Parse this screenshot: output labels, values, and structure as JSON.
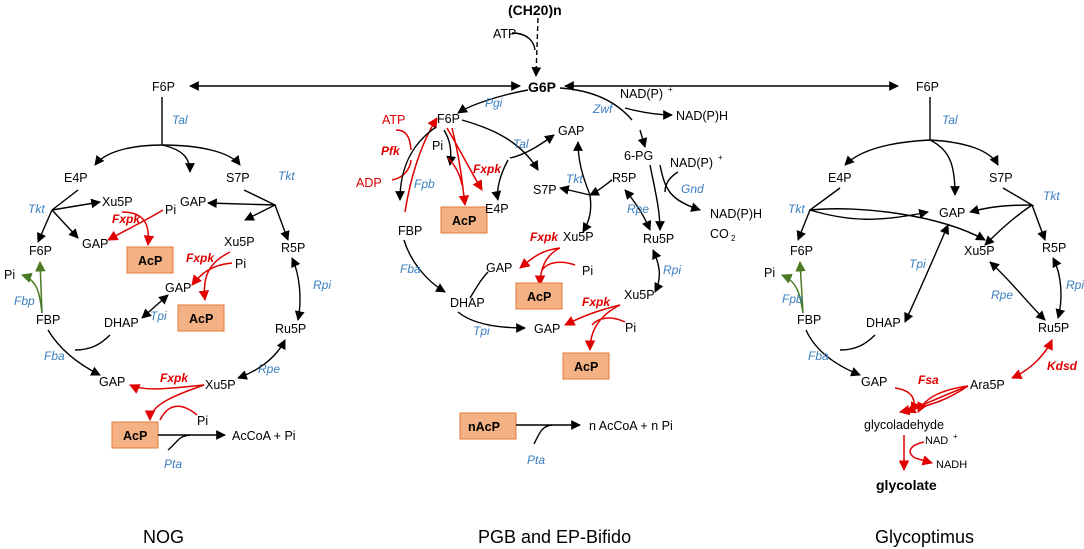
{
  "top": {
    "carbon": "(CH20)n",
    "atp": "ATP",
    "g6p": "G6P"
  },
  "nog": {
    "f6p_top": "F6P",
    "tal": "Tal",
    "e4p": "E4P",
    "s7p": "S7P",
    "tkt1": "Tkt",
    "tkt2": "Tkt",
    "xu5p_a": "Xu5P",
    "gap_a": "GAP",
    "pi_a": "Pi",
    "gap_b": "GAP",
    "fxpk_a": "Fxpk",
    "acp_a": "AcP",
    "xu5p_b": "Xu5P",
    "fxpk_b": "Fxpk",
    "pi_b": "Pi",
    "gap_c": "GAP",
    "acp_b": "AcP",
    "f6p_left": "F6P",
    "pi_left": "Pi",
    "fbp_enz": "Fbp",
    "fbp": "FBP",
    "dhap": "DHAP",
    "tpi": "Tpi",
    "r5p": "R5P",
    "rpi": "Rpi",
    "ru5p": "Ru5P",
    "rpe": "Rpe",
    "fba": "Fba",
    "gap_d": "GAP",
    "fxpk_c": "Fxpk",
    "xu5p_c": "Xu5P",
    "pi_c": "Pi",
    "acp_c": "AcP",
    "acoa": "AcCoA + Pi",
    "pta": "Pta",
    "title": "NOG"
  },
  "pgb": {
    "pgi": "Pgi",
    "f6p": "F6P",
    "atp": "ATP",
    "pfk": "Pfk",
    "adp": "ADP",
    "pi_a": "Pi",
    "fpb": "Fpb",
    "fxpk_a": "Fxpk",
    "acp_a": "AcP",
    "e4p": "E4P",
    "tal": "Tal",
    "gap_a": "GAP",
    "s7p": "S7P",
    "tkt": "Tkt",
    "zwf": "Zwf",
    "nadp_a": "NAD(P)",
    "nadph_a": "NAD(P)H",
    "pg6": "6-PG",
    "nadp_b": "NAD(P)",
    "gnd": "Gnd",
    "nadph_b": "NAD(P)H",
    "co2": "CO",
    "r5p": "R5P",
    "rpe": "Rpe",
    "ru5p": "Ru5P",
    "fbp": "FBP",
    "xu5p_a": "Xu5P",
    "fxpk_b": "Fxpk",
    "gap_b": "GAP",
    "pi_b": "Pi",
    "acp_b": "AcP",
    "fba": "Fba",
    "dhap": "DHAP",
    "rpi": "Rpi",
    "xu5p_b": "Xu5P",
    "fxpk_c": "Fxpk",
    "tpi": "Tpi",
    "gap_c": "GAP",
    "pi_c": "Pi",
    "acp_c": "AcP",
    "nacp": "nAcP",
    "nacoa": "n AcCoA + n Pi",
    "pta": "Pta",
    "title": "PGB and EP-Bifido"
  },
  "gly": {
    "f6p_top": "F6P",
    "tal": "Tal",
    "e4p": "E4P",
    "s7p": "S7P",
    "tkt1": "Tkt",
    "tkt2": "Tkt",
    "gap": "GAP",
    "xu5p": "Xu5P",
    "r5p": "R5P",
    "f6p_left": "F6P",
    "pi": "Pi",
    "fpb": "Fpb",
    "tpi": "Tpi",
    "rpe": "Rpe",
    "rpi": "Rpi",
    "fbp": "FBP",
    "dhap": "DHAP",
    "ru5p": "Ru5P",
    "fba": "Fba",
    "kdsd": "Kdsd",
    "gap2": "GAP",
    "fsa": "Fsa",
    "ara5p": "Ara5P",
    "glycolaldehyde": "glycoladehyde",
    "nad": "NAD",
    "nadh": "NADH",
    "glycolate": "glycolate",
    "title": "Glycoptimus"
  }
}
